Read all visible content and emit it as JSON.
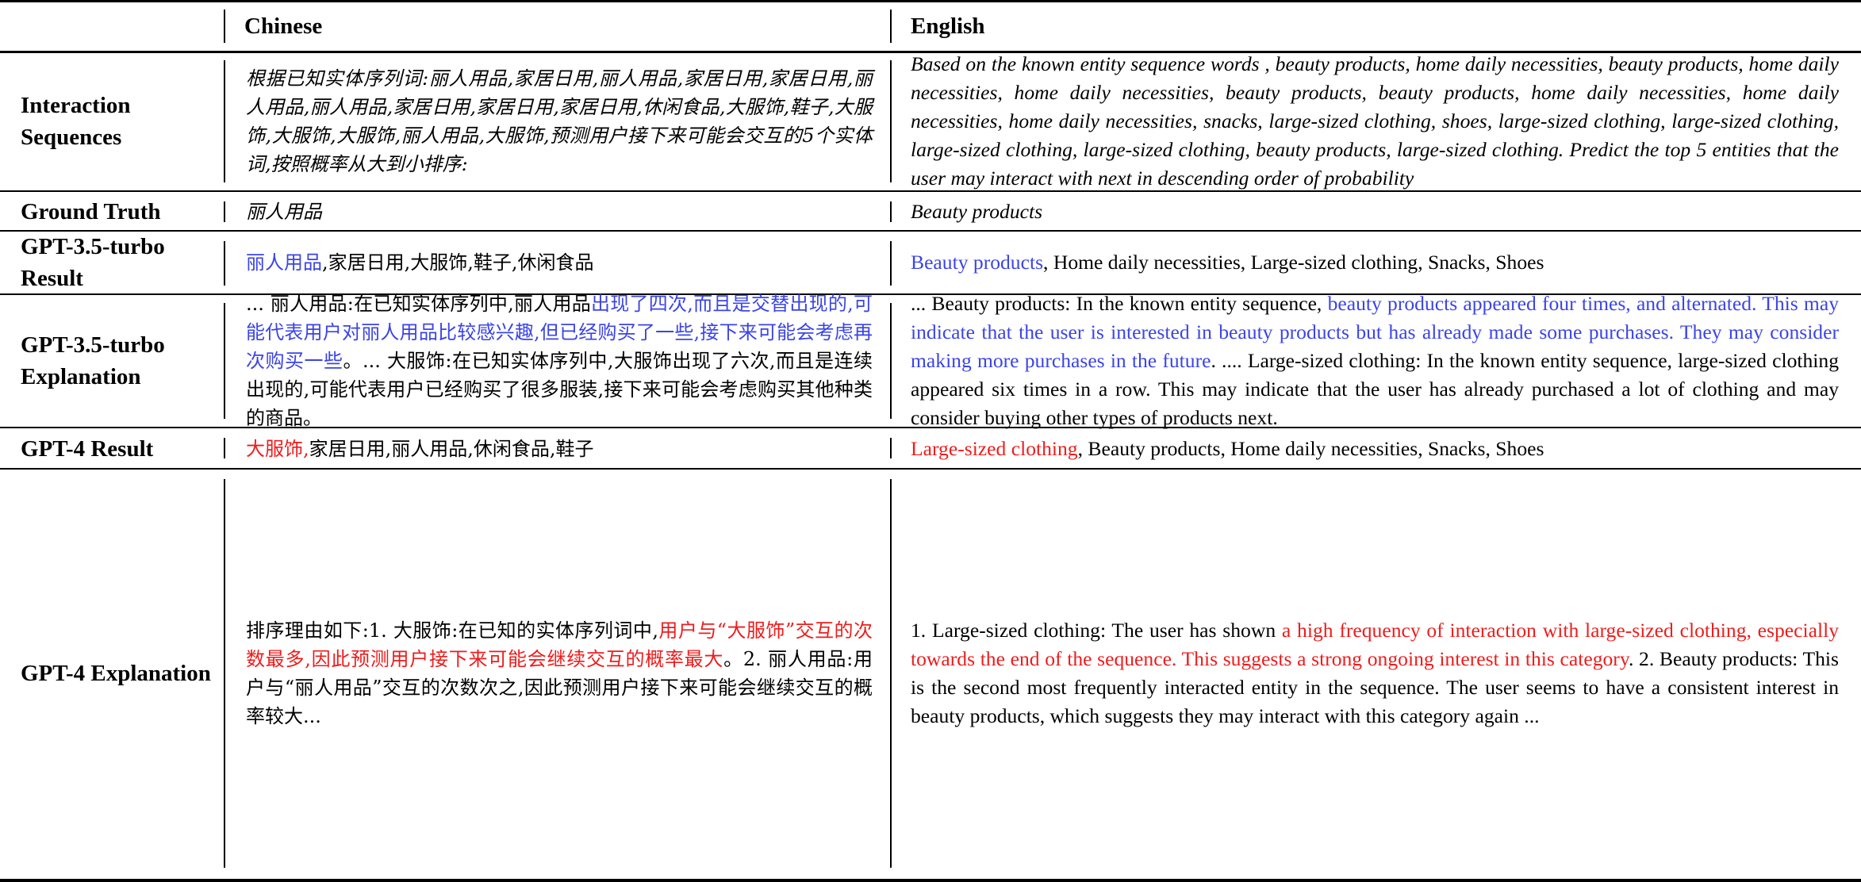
{
  "header": {
    "col_chinese": "Chinese",
    "col_english": "English"
  },
  "rows": {
    "interaction": {
      "label": "Interaction Sequences",
      "zh": "根据已知实体序列词:丽人用品,家居日用,丽人用品,家居日用,家居日用,丽人用品,丽人用品,家居日用,家居日用,家居日用,休闲食品,大服饰,鞋子,大服饰,大服饰,大服饰,丽人用品,大服饰,预测用户接下来可能会交互的5个实体词,按照概率从大到小排序:",
      "en": "Based on the known entity sequence words , beauty products, home daily necessities, beauty products, home daily necessities, home daily necessities, beauty products, beauty products, home daily necessities, home daily necessities, home daily necessities, snacks, large-sized clothing, shoes, large-sized clothing, large-sized clothing, large-sized clothing, large-sized clothing, beauty products, large-sized clothing. Predict the top 5 entities that the user may interact with next in descending order of probability"
    },
    "ground_truth": {
      "label": "Ground Truth",
      "zh": "丽人用品",
      "en": "Beauty products"
    },
    "gpt35_result": {
      "label": "GPT-3.5-turbo Result",
      "zh_highlight": "丽人用品",
      "zh_rest": ",家居日用,大服饰,鞋子,休闲食品",
      "en_highlight": "Beauty products",
      "en_rest": ", Home daily necessities, Large-sized clothing, Snacks, Shoes"
    },
    "gpt35_expl": {
      "label": "GPT-3.5-turbo Explanation",
      "zh_a": "... 丽人用品:在已知实体序列中,丽人用品",
      "zh_b": "出现了四次,而且是交替出现的,可能代表用户对丽人用品比较感兴趣,但已经购买了一些,接下来可能会考虑再次购买一些",
      "zh_c": "。... 大服饰:在已知实体序列中,大服饰出现了六次,而且是连续出现的,可能代表用户已经购买了很多服装,接下来可能会考虑购买其他种类的商品。",
      "en_a": "... Beauty products: In the known entity sequence, ",
      "en_b": "beauty products appeared four times, and alternated. This may indicate that the user is interested in beauty products but has already made some purchases. They may consider making more purchases in the future",
      "en_c": ". .... Large-sized clothing: In the known entity sequence, large-sized clothing appeared six times in a row. This may indicate that the user has already purchased a lot of clothing and may consider buying other types of products next."
    },
    "gpt4_result": {
      "label": "GPT-4 Result",
      "zh_highlight": "大服饰,",
      "zh_rest": "家居日用,丽人用品,休闲食品,鞋子",
      "en_highlight": "Large-sized clothing",
      "en_rest": ", Beauty products, Home daily necessities, Snacks, Shoes"
    },
    "gpt4_expl": {
      "label": "GPT-4 Explanation",
      "zh_a": "排序理由如下:1. 大服饰:在已知的实体序列词中,",
      "zh_b": "用户与“大服饰”交互的次数最多,因此预测用户接下来可能会继续交互的概率最大",
      "zh_c": "。2. 丽人用品:用户与“丽人用品”交互的次数次之,因此预测用户接下来可能会继续交互的概率较大...",
      "en_a": "1. Large-sized clothing: The user has shown ",
      "en_b": "a high frequency of interaction with large-sized clothing, especially towards the end of the sequence. This suggests a strong ongoing interest in this category",
      "en_c": ". 2. Beauty products: This is the second most frequently interacted entity in the sequence. The user seems to have a consistent interest in beauty products, which suggests they may interact with this category again ..."
    }
  },
  "colors": {
    "highlight_blue": "#3b44e6",
    "highlight_red": "#ee1c1c",
    "rule": "#000000"
  }
}
